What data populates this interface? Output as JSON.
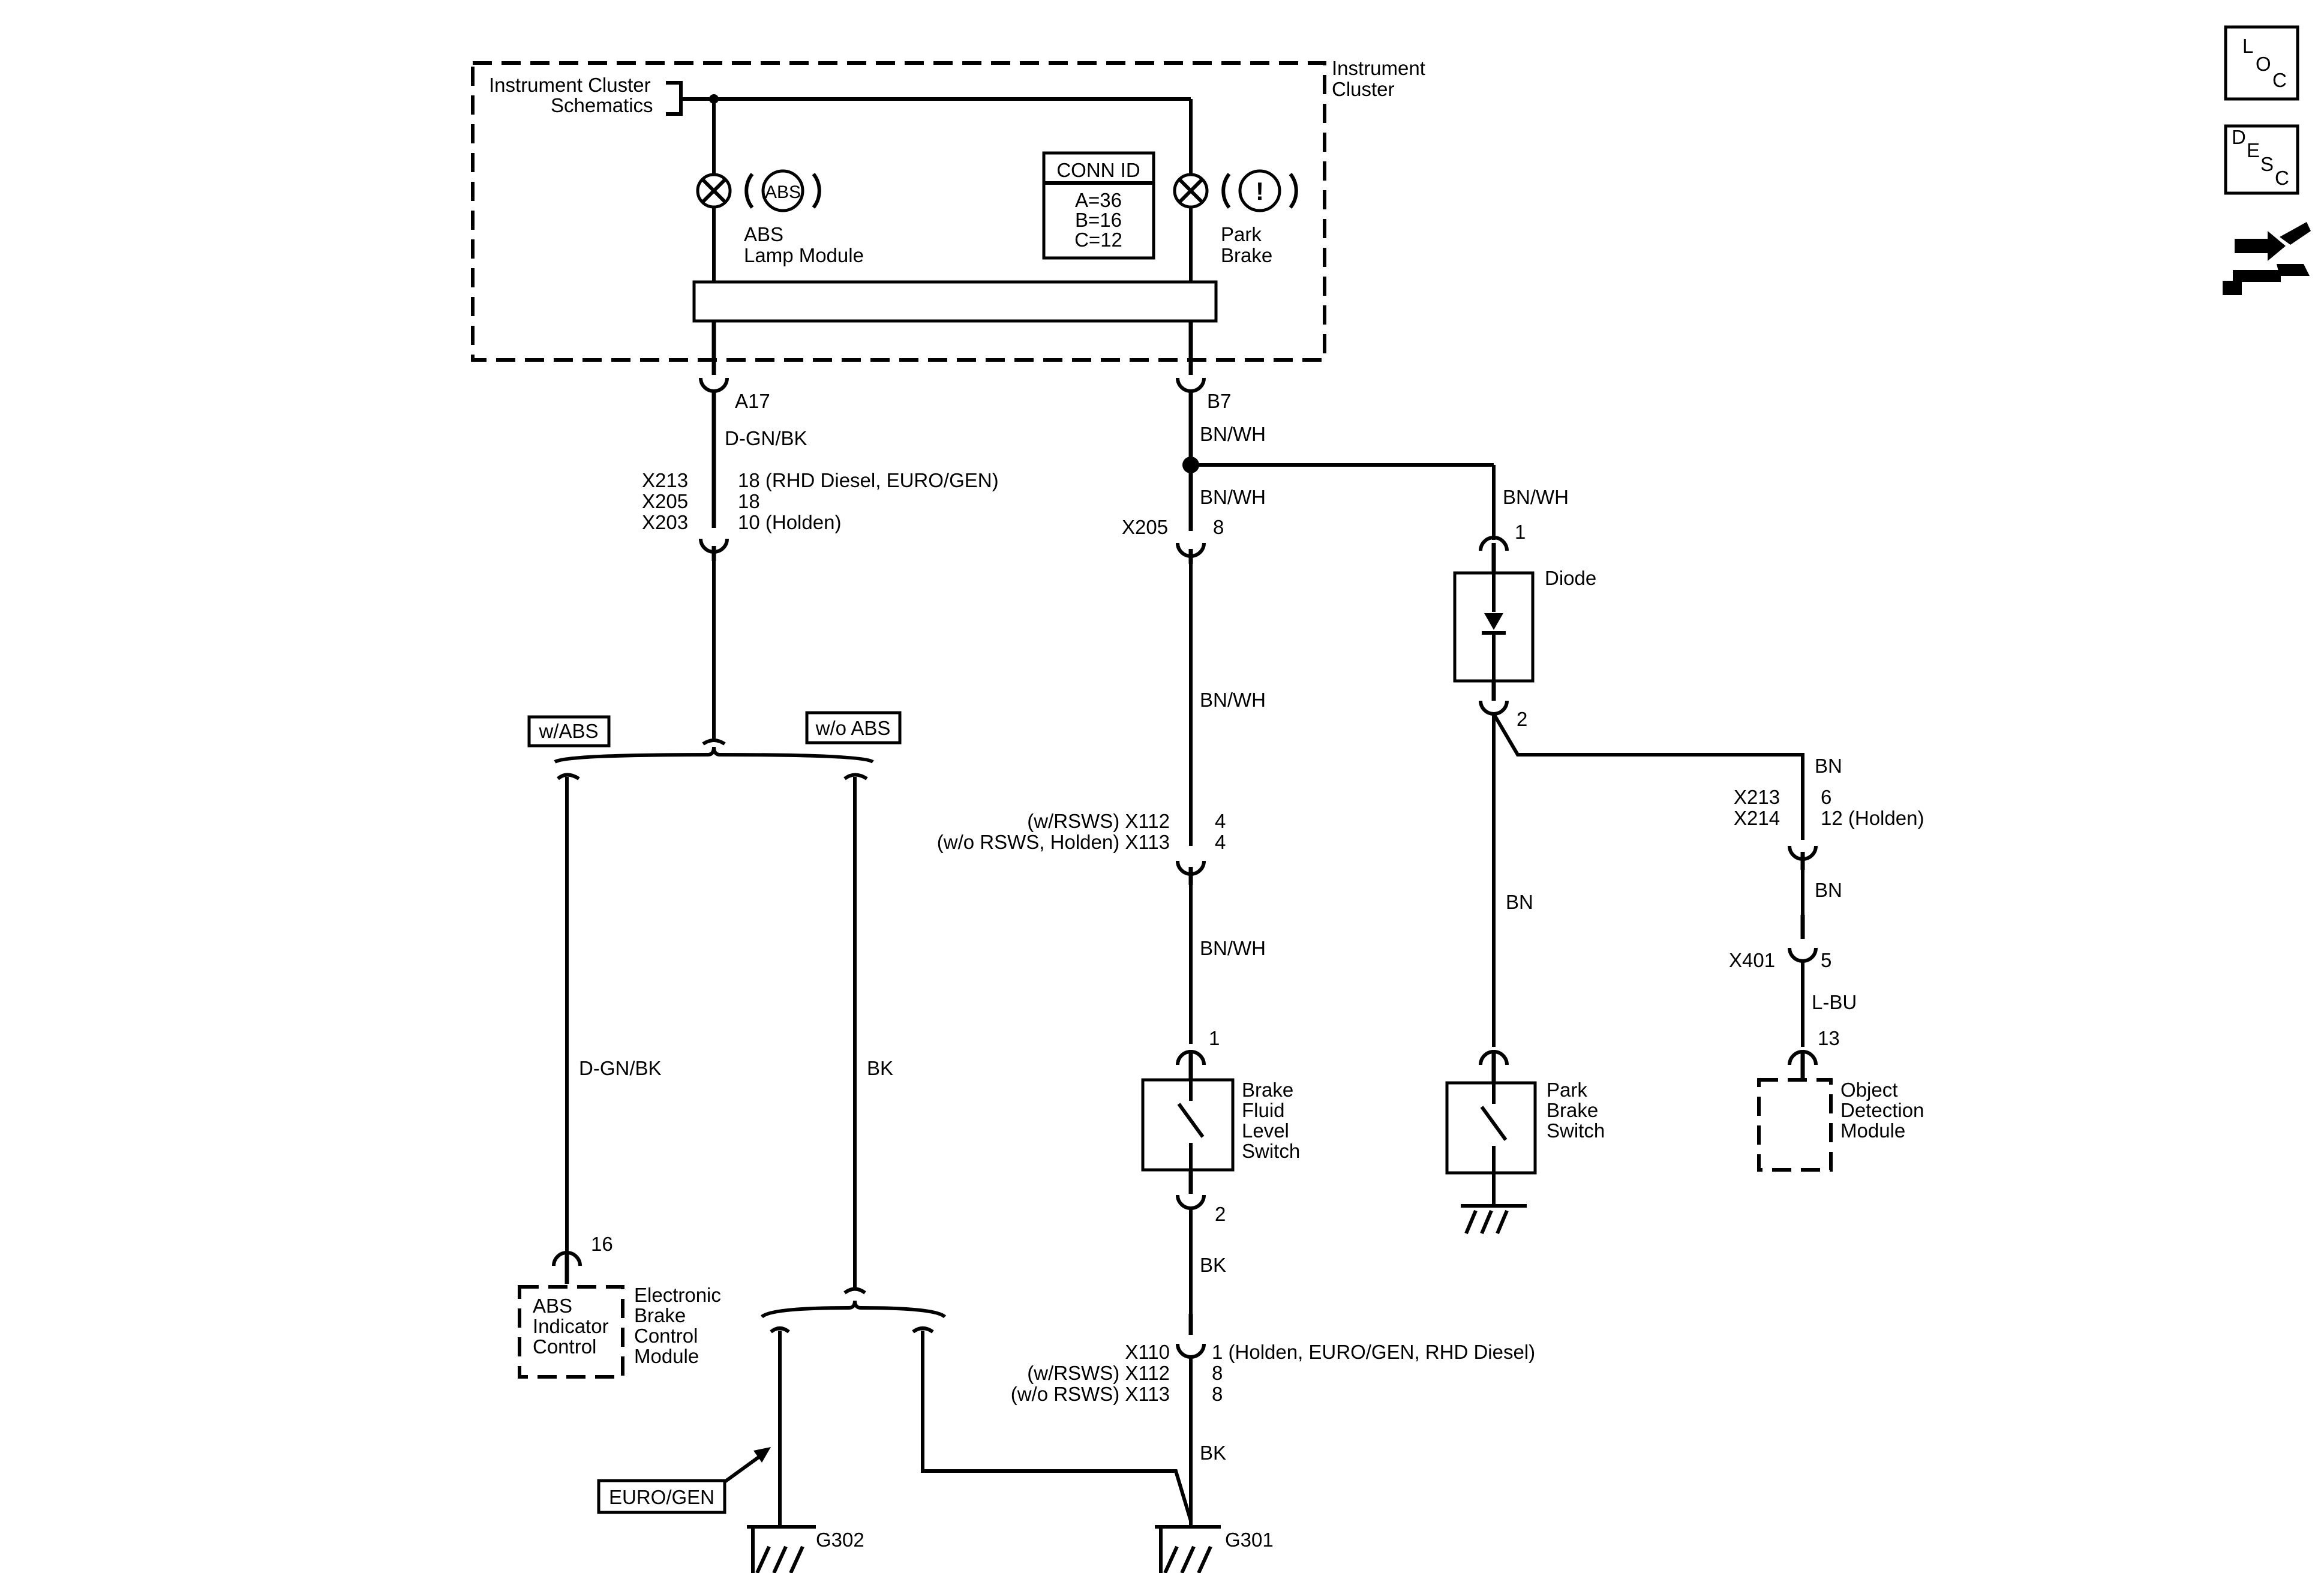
{
  "cluster": {
    "title_line1": "Instrument",
    "title_line2": "Cluster",
    "schematics_line1": "Instrument Cluster",
    "schematics_line2": "Schematics",
    "abs_symbol": "ABS",
    "abs_line1": "ABS",
    "abs_line2": "Lamp Module",
    "park_symbol": "!",
    "park_line1": "Park",
    "park_line2": "Brake",
    "conn_id_title": "CONN ID",
    "conn_a": "A=36",
    "conn_b": "B=16",
    "conn_c": "C=12"
  },
  "left_circuit": {
    "pin": "A17",
    "wire_top": "D-GN/BK",
    "x213": "X213",
    "x205": "X205",
    "x203": "X203",
    "x213_pin": "18 (RHD Diesel, EURO/GEN)",
    "x205_pin": "18",
    "x203_pin": "10 (Holden)",
    "with_abs": "w/ABS",
    "without_abs": "w/o ABS",
    "wire_abs": "D-GN/BK",
    "wire_bk": "BK",
    "ebcm_pin": "16",
    "ebcm_inner_1": "ABS",
    "ebcm_inner_2": "Indicator",
    "ebcm_inner_3": "Control",
    "ebcm_1": "Electronic",
    "ebcm_2": "Brake",
    "ebcm_3": "Control",
    "ebcm_4": "Module",
    "euro_gen": "EURO/GEN",
    "g302": "G302"
  },
  "center_circuit": {
    "pin": "B7",
    "wire_1": "BN/WH",
    "wire_2": "BN/WH",
    "x205": "X205",
    "x205_pin": "8",
    "wire_3": "BN/WH",
    "x112": "(w/RSWS) X112",
    "x113": "(w/o RSWS, Holden) X113",
    "x112_pin": "4",
    "x113_pin": "4",
    "wire_4": "BN/WH",
    "switch_pin_1": "1",
    "switch_1": "Brake",
    "switch_2": "Fluid",
    "switch_3": "Level",
    "switch_4": "Switch",
    "switch_pin_2": "2",
    "wire_5": "BK",
    "x110": "X110",
    "x112b": "(w/RSWS) X112",
    "x113b": "(w/o RSWS) X113",
    "x110_pin": "1 (Holden, EURO/GEN, RHD Diesel)",
    "x112b_pin": "8",
    "x113b_pin": "8",
    "wire_6": "BK",
    "g301": "G301"
  },
  "right_circuit": {
    "wire_1": "BN/WH",
    "diode_pin_1": "1",
    "diode": "Diode",
    "diode_pin_2": "2",
    "wire_bn": "BN",
    "park_switch_1": "Park",
    "park_switch_2": "Brake",
    "park_switch_3": "Switch",
    "wire_bn_2": "BN",
    "x213": "X213",
    "x214": "X214",
    "x213_pin": "6",
    "x214_pin": "12 (Holden)",
    "wire_bn_3": "BN",
    "x401": "X401",
    "x401_pin": "5",
    "wire_lbu": "L-BU",
    "odm_pin": "13",
    "odm_1": "Object",
    "odm_2": "Detection",
    "odm_3": "Module"
  },
  "side_icons": {
    "loc_1": "L",
    "loc_2": "O",
    "loc_3": "C",
    "desc_1": "D",
    "desc_2": "E",
    "desc_3": "S",
    "desc_4": "C",
    "tool_icon": "connector-tool-icon"
  }
}
